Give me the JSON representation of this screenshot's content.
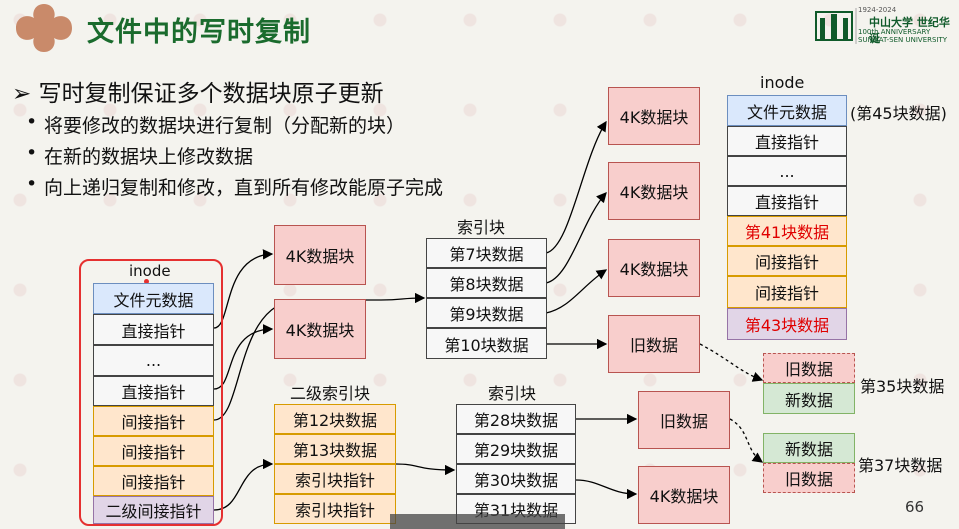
{
  "title": "文件中的写时复制",
  "university": {
    "years": "1924-2024",
    "name": "中山大学 世纪华诞",
    "anniversary": "100th ANNIVERSARY",
    "english": "SUN YAT-SEN UNIVERSITY"
  },
  "bullets": {
    "main": "写时复制保证多个数据块原子更新",
    "subs": [
      "将要修改的数据块进行复制（分配新的块）",
      "在新的数据块上修改数据",
      "向上递归复制和修改，直到所有修改能原子完成"
    ]
  },
  "left_inode": {
    "label": "inode",
    "cells": [
      "文件元数据",
      "直接指针",
      "...",
      "直接指针",
      "间接指针",
      "间接指针",
      "间接指针",
      "二级间接指针"
    ]
  },
  "blocks_4k": [
    "4K数据块",
    "4K数据块"
  ],
  "index_block_1": {
    "label": "索引块",
    "cells": [
      "第7块数据",
      "第8块数据",
      "第9块数据",
      "第10块数据"
    ]
  },
  "right_4k": [
    "4K数据块",
    "4K数据块",
    "4K数据块"
  ],
  "old_data_1": "旧数据",
  "second_index": {
    "label": "二级索引块",
    "cells": [
      "第12块数据",
      "第13块数据",
      "索引块指针",
      "索引块指针"
    ]
  },
  "index_block_2": {
    "label": "索引块",
    "cells": [
      "第28块数据",
      "第29块数据",
      "第30块数据",
      "第31块数据"
    ]
  },
  "old_data_2": "旧数据",
  "block_4k_bottom": "4K数据块",
  "right_inode": {
    "label": "inode",
    "cells": [
      "文件元数据",
      "直接指针",
      "...",
      "直接指针",
      "第41块数据",
      "间接指针",
      "间接指针",
      "第43块数据"
    ],
    "side_label": "(第45块数据)"
  },
  "block35": {
    "cells": [
      "旧数据",
      "新数据"
    ],
    "label": "第35块数据"
  },
  "block37": {
    "cells": [
      "新数据",
      "旧数据"
    ],
    "label": "第37块数据"
  },
  "page_number": "66"
}
